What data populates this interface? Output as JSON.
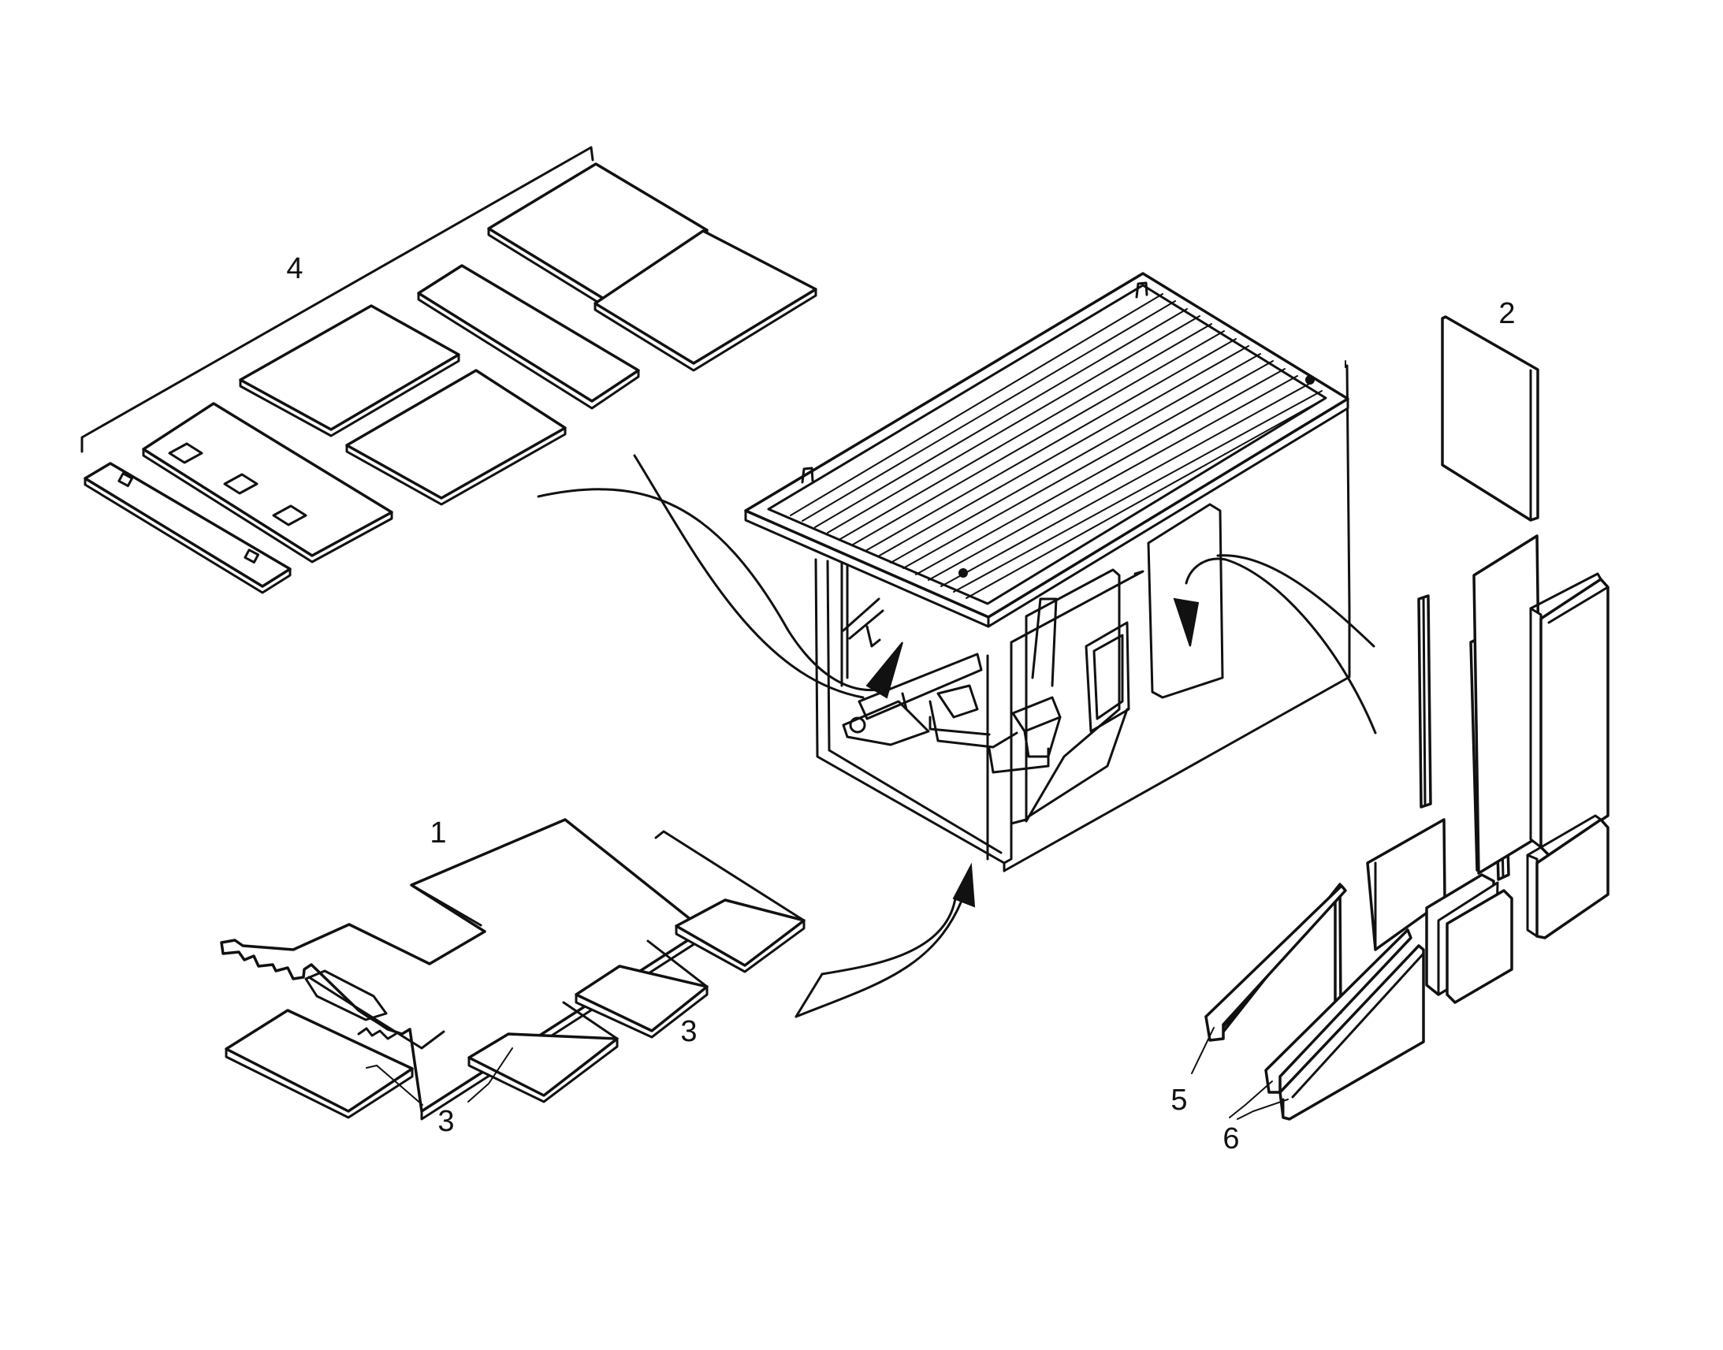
{
  "callouts": {
    "item_1": "1",
    "item_2": "2",
    "item_3a": "3",
    "item_3b": "3",
    "item_4": "4",
    "item_5": "5",
    "item_6": "6"
  },
  "colors": {
    "line": "#111111",
    "background": "#ffffff"
  }
}
